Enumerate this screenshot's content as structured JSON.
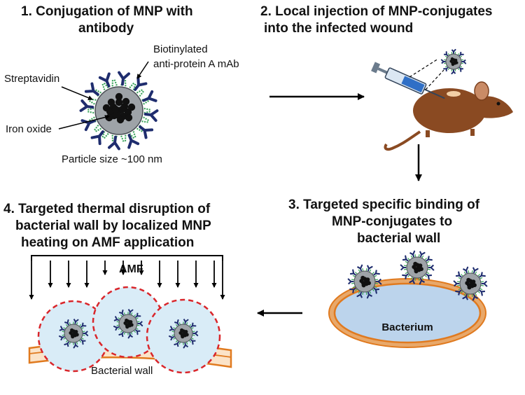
{
  "steps": [
    {
      "lines": [
        "1.   Conjugation of MNP with",
        "antibody"
      ]
    },
    {
      "lines": [
        "2. Local injection of MNP-conjugates",
        "into the infected wound"
      ]
    },
    {
      "lines": [
        "3. Targeted specific binding of",
        "MNP-conjugates to",
        "bacterial wall"
      ]
    },
    {
      "lines": [
        "4. Targeted thermal disruption of",
        "bacterial wall by localized  MNP",
        "heating on AMF application"
      ]
    }
  ],
  "labels": {
    "streptavidin": "Streptavidin",
    "biotinylated": [
      "Biotinylated",
      "anti-protein A mAb"
    ],
    "iron_oxide": "Iron oxide",
    "particle_size": "Particle size ~100 nm",
    "amf": "AMF",
    "bacterium": "Bacterium",
    "bacterial_wall": "Bacterial wall"
  },
  "colors": {
    "antibody": "#1f2d6e",
    "streptavidin": "#3aa35a",
    "particle_core": "#9ea3a8",
    "iron_oxide": "#111111",
    "bacterium_fill": "#bcd4ec",
    "bacterium_wall": "#e07a1f",
    "heat_zone": "#d9ecf7",
    "heat_border": "#d9262b",
    "mouse": "#8a4a22"
  }
}
